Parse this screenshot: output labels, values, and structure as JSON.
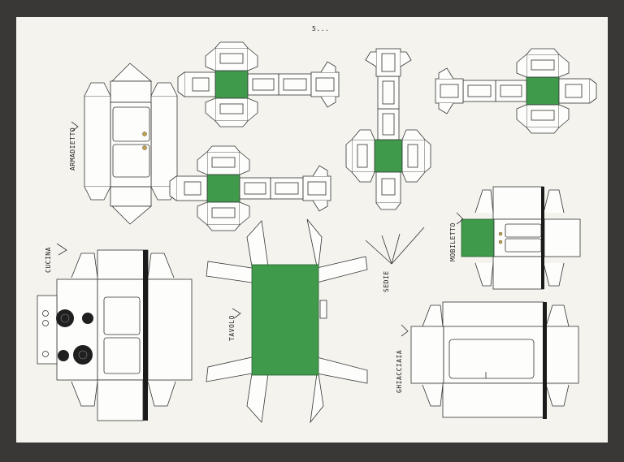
{
  "sheet": {
    "top_mark": "5...",
    "labels": {
      "armadietto": "ARMADIETTO",
      "cucina": "CUCINA",
      "tavolo": "TAVOLO",
      "sedie": "SEDIE",
      "mobiletto": "MOBILETTO",
      "ghiacciaia": "GHIACCIAIA"
    }
  },
  "colors": {
    "background": "#3a3836",
    "paper": "#f4f3ee",
    "green": "#3f9a4c",
    "ink": "#333333"
  }
}
